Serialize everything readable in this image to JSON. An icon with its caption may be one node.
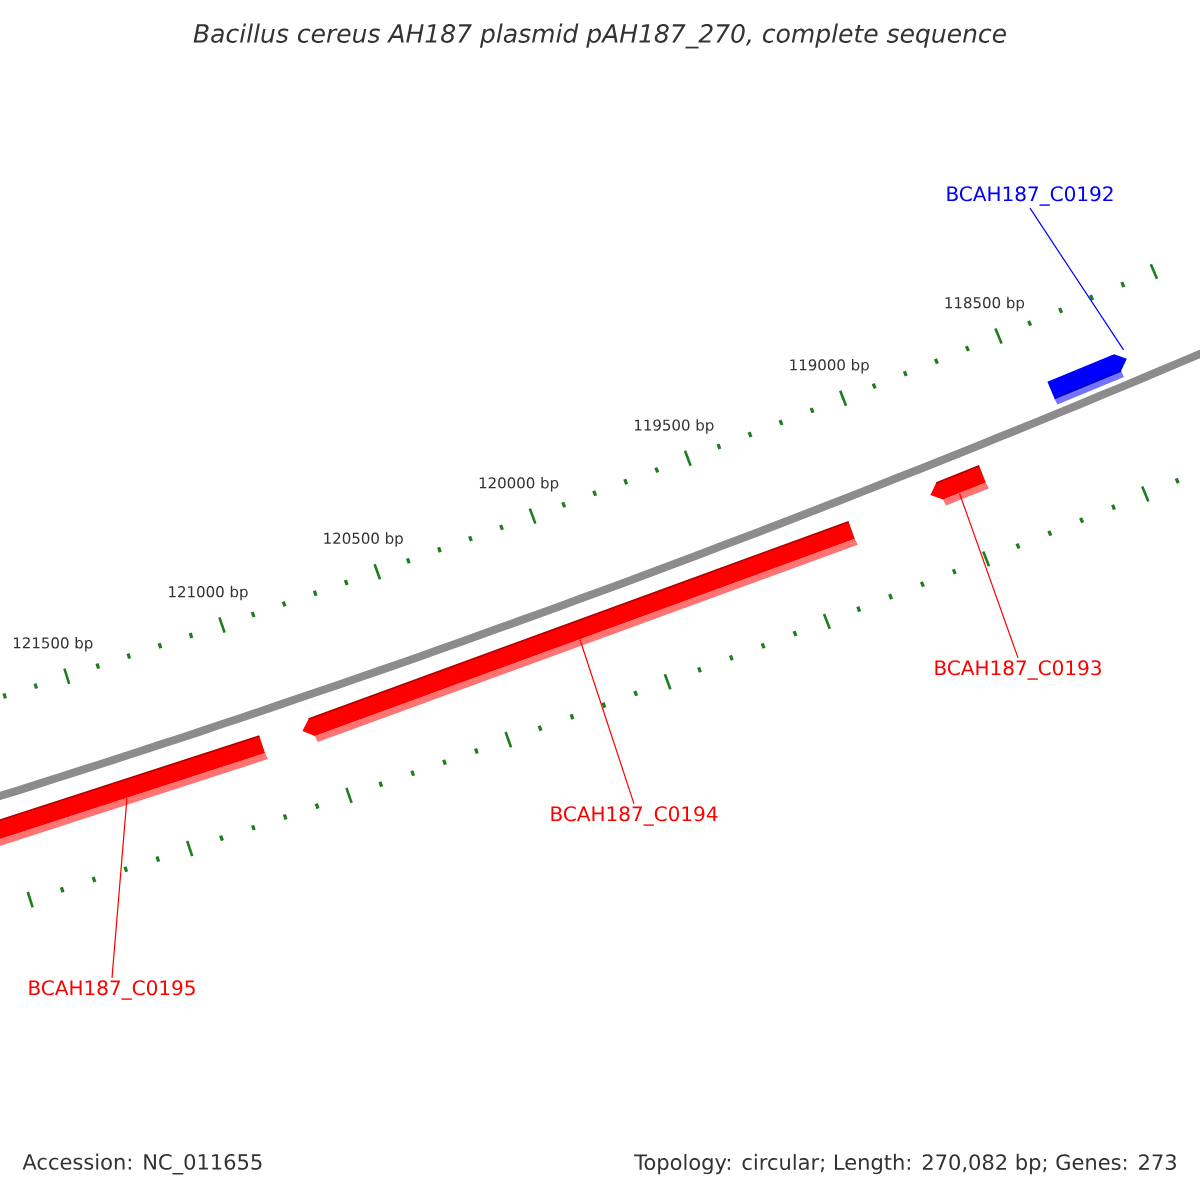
{
  "diagram": {
    "title": "Bacillus cereus AH187 plasmid pAH187_270, complete sequence",
    "nodes": [
      {
        "text": [
          "BCAH187_C0192"
        ]
      },
      {
        "text": [],
        "shape": "bar"
      },
      {
        "text": [
          "BCAH187_C0193"
        ]
      },
      {
        "text": [],
        "shape": "bar"
      },
      {
        "text": [
          "BCAH187_C0194"
        ]
      },
      {
        "text": [],
        "shape": "bar"
      },
      {
        "text": [
          "BCAH187_C0195"
        ]
      },
      {
        "text": [],
        "shape": "bar"
      }
    ],
    "edges": [
      {
        "from": 0,
        "to": 1,
        "arrow": "none",
        "color": "#0000ff"
      },
      {
        "from": 2,
        "to": 3,
        "arrow": "none"
      },
      {
        "from": 4,
        "to": 5,
        "arrow": "none"
      },
      {
        "from": 6,
        "to": 7,
        "arrow": "none"
      }
    ],
    "labels": [
      "118500 bp",
      "119000 bp",
      "119500 bp",
      "120000 bp",
      "120500 bp",
      "121000 bp",
      "121500 bp",
      "Accession: NC_011655",
      "Topology: circular; Length: 270,082 bp; Genes: 273"
    ]
  }
}
